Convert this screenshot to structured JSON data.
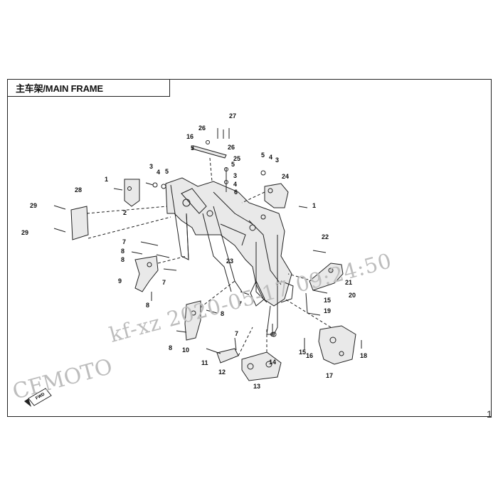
{
  "header": {
    "title": "主车架/MAIN FRAME"
  },
  "watermark": {
    "brand": "CFMOTO",
    "stamp": "kf-xz 2020-05-17  09:24:50"
  },
  "page_marker": "1",
  "fwd_badge": {
    "label": "FWD"
  },
  "colors": {
    "line": "#222222",
    "watermark": "#bdbdbd",
    "part_fill": "#e9e9e9"
  },
  "callouts": {
    "c1": "1",
    "c2": "2",
    "c3": "3",
    "c4": "4",
    "c5": "5",
    "c6": "6",
    "c7": "7",
    "c8": "8",
    "c9": "9",
    "c10": "10",
    "c11": "11",
    "c12": "12",
    "c13": "13",
    "c14": "14",
    "c15": "15",
    "c16": "16",
    "c17": "17",
    "c18": "18",
    "c19": "19",
    "c20": "20",
    "c21": "21",
    "c22": "22",
    "c23": "23",
    "c24": "24",
    "c25": "25",
    "c26": "26",
    "c27": "27",
    "c28": "28",
    "c29": "29"
  }
}
